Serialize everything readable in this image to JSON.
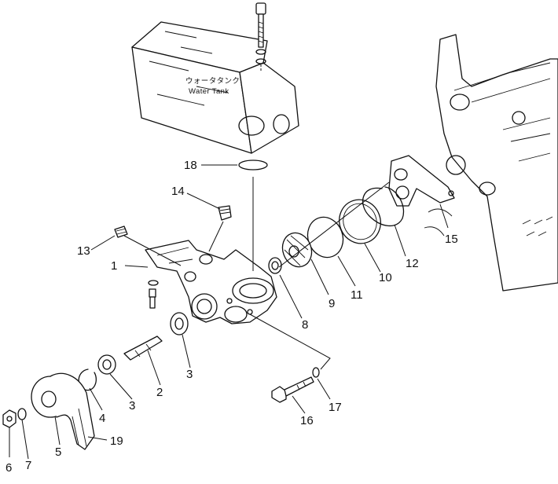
{
  "diagram": {
    "tank_label_jp": "ウォータタンク",
    "tank_label_en": "Water Tank",
    "callouts": [
      {
        "id": "1",
        "label": "1"
      },
      {
        "id": "2",
        "label": "2"
      },
      {
        "id": "3a",
        "label": "3"
      },
      {
        "id": "3b",
        "label": "3"
      },
      {
        "id": "4",
        "label": "4"
      },
      {
        "id": "5",
        "label": "5"
      },
      {
        "id": "6",
        "label": "6"
      },
      {
        "id": "7",
        "label": "7"
      },
      {
        "id": "8",
        "label": "8"
      },
      {
        "id": "9",
        "label": "9"
      },
      {
        "id": "10",
        "label": "10"
      },
      {
        "id": "11",
        "label": "11"
      },
      {
        "id": "12",
        "label": "12"
      },
      {
        "id": "13",
        "label": "13"
      },
      {
        "id": "14",
        "label": "14"
      },
      {
        "id": "15",
        "label": "15"
      },
      {
        "id": "16",
        "label": "16"
      },
      {
        "id": "17",
        "label": "17"
      },
      {
        "id": "18",
        "label": "18"
      },
      {
        "id": "19",
        "label": "19"
      }
    ]
  }
}
